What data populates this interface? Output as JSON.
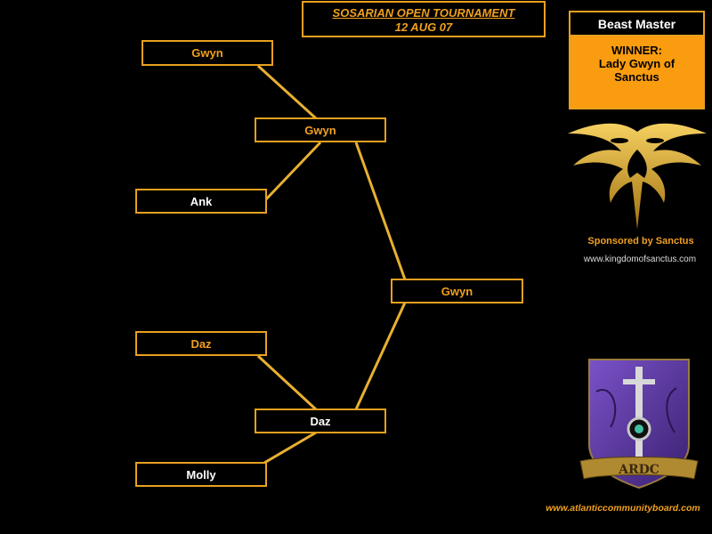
{
  "header": {
    "title_line1": "SOSARIAN OPEN TOURNAMENT",
    "title_line2": "12 AUG 07"
  },
  "bracket": {
    "round1": [
      "Gwyn",
      "Ank",
      "Daz",
      "Molly"
    ],
    "semifinal": [
      "Gwyn",
      "Daz"
    ],
    "final": "Gwyn"
  },
  "award": {
    "title": "Beast Master",
    "winner_line1": "WINNER:",
    "winner_line2": "Lady Gwyn of",
    "winner_line3": "Sanctus"
  },
  "sponsor": {
    "label": "Sponsored by Sanctus",
    "url": "www.kingdomofsanctus.com"
  },
  "footer": {
    "url": "www.atlanticcommunityboard.com"
  },
  "icons": {
    "tribal": "tribal-dragon-icon",
    "shield": "ardc-shield-icon"
  },
  "colors": {
    "accent": "#e8a020",
    "award_bg": "#f99c0f",
    "shield": "#5a3a9a"
  }
}
